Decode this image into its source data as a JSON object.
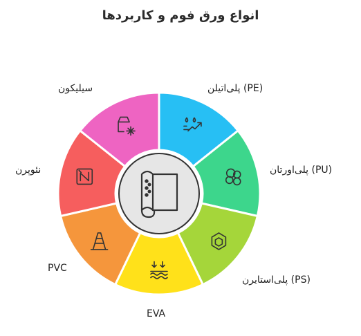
{
  "title": "انواع ورق فوم و کاربردها",
  "segments": [
    {
      "label": "(PE) پلی‌اتیلن",
      "color": "#27BFF4",
      "icon": "droplets-trend-icon"
    },
    {
      "label": "(PU) پلی‌اورتان",
      "color": "#3DD68C",
      "icon": "bubbles-icon"
    },
    {
      "label": "(PS) پلی‌استایرن",
      "color": "#A5D63A",
      "icon": "hexagon-cube-icon"
    },
    {
      "label": "EVA",
      "color": "#FFE11A",
      "icon": "water-wave-icon"
    },
    {
      "label": "PVC",
      "color": "#F5963C",
      "icon": "traffic-cone-icon"
    },
    {
      "label": "نئوپرن",
      "color": "#F65E5E",
      "icon": "notion-box-icon"
    },
    {
      "label": "سیلیکون",
      "color": "#EE64C2",
      "icon": "freezer-box-icon"
    }
  ],
  "center": {
    "icon": "rolled-foam-sheet-icon",
    "color": "#E6E6E6"
  }
}
